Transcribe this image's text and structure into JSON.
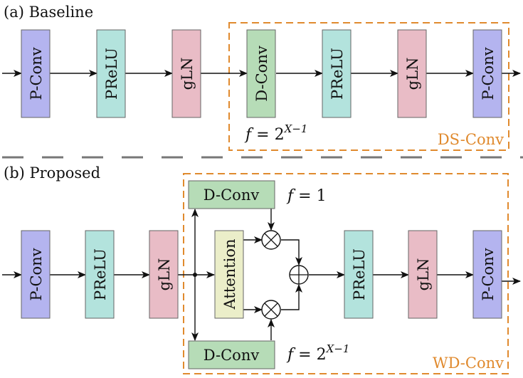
{
  "colors": {
    "pconv": "#b4b4ef",
    "prelu": "#b3e3dd",
    "gln": "#e9bcc6",
    "dconv": "#b6dcb7",
    "attention": "#ebeec9",
    "module_border": "#e08a2e",
    "separator": "#777777"
  },
  "baseline": {
    "title": "(a) Baseline",
    "blocks": [
      {
        "label": "P-Conv",
        "type": "pconv"
      },
      {
        "label": "PReLU",
        "type": "prelu"
      },
      {
        "label": "gLN",
        "type": "gln"
      },
      {
        "label": "D-Conv",
        "type": "dconv"
      },
      {
        "label": "PReLU",
        "type": "prelu"
      },
      {
        "label": "gLN",
        "type": "gln"
      },
      {
        "label": "P-Conv",
        "type": "pconv"
      }
    ],
    "module_label": "DS-Conv",
    "dilation": {
      "f": "f",
      "eq": " = 2",
      "sup": "X−1"
    }
  },
  "proposed": {
    "title": "(b) Proposed",
    "pre_blocks": [
      {
        "label": "P-Conv",
        "type": "pconv"
      },
      {
        "label": "PReLU",
        "type": "prelu"
      },
      {
        "label": "gLN",
        "type": "gln"
      }
    ],
    "top_dconv": {
      "label": "D-Conv",
      "f": "f",
      "eq": " = 1"
    },
    "bottom_dconv": {
      "label": "D-Conv",
      "f": "f",
      "eq": " = 2",
      "sup": "X−1"
    },
    "attention": {
      "label": "Attention"
    },
    "post_blocks": [
      {
        "label": "PReLU",
        "type": "prelu"
      },
      {
        "label": "gLN",
        "type": "gln"
      },
      {
        "label": "P-Conv",
        "type": "pconv"
      }
    ],
    "module_label": "WD-Conv",
    "ops": {
      "multiply": "⊗",
      "add": "⊕"
    }
  }
}
